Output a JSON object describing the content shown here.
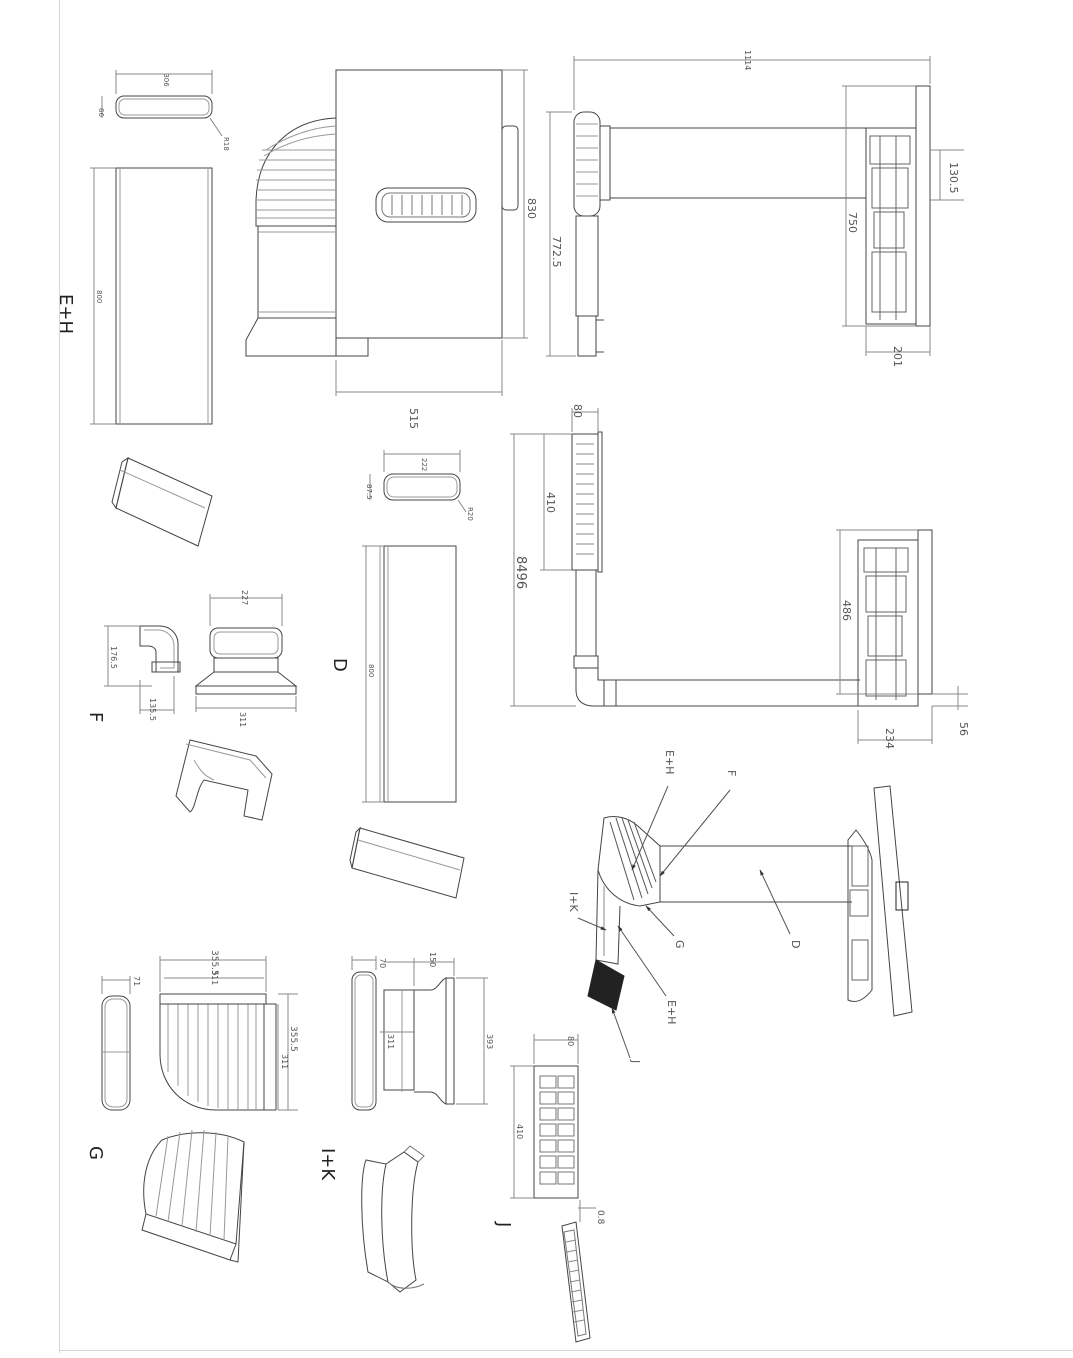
{
  "sections": {
    "eh": "E+H",
    "d": "D",
    "f": "F",
    "g": "G",
    "ik": "I+K",
    "j": "J"
  },
  "dimensions": {
    "eh_width": "306",
    "eh_thick": "66",
    "eh_radius": "R18",
    "eh_length": "800",
    "main_height": "830",
    "main_depth": "515",
    "main_inner": "772.5",
    "total_width": "1114",
    "outlet": "130.5",
    "pipe_len": "750",
    "base_h": "201",
    "d_width": "222",
    "d_thick": "87.5",
    "d_radius": "R20",
    "d_length": "800",
    "grille_80": "80",
    "grille_410": "410",
    "total_8496": "8496",
    "side_486": "486",
    "side_234": "234",
    "side_56": "56",
    "f_227": "227",
    "f_1765": "176.5",
    "f_1355": "135.5",
    "f_311": "311",
    "g_71": "71",
    "g_3555a": "355.5",
    "g_311a": "311",
    "g_3555b": "355.5",
    "g_311b": "311",
    "ik_70": "70",
    "ik_150": "150",
    "ik_311": "311",
    "ik_393": "393",
    "j_80": "80",
    "j_410": "410",
    "j_08": "0.8"
  },
  "callouts": {
    "c_eh1": "E+H",
    "c_f": "F",
    "c_ik": "I+K",
    "c_g": "G",
    "c_d": "D",
    "c_eh2": "E+H",
    "c_j": "J"
  }
}
